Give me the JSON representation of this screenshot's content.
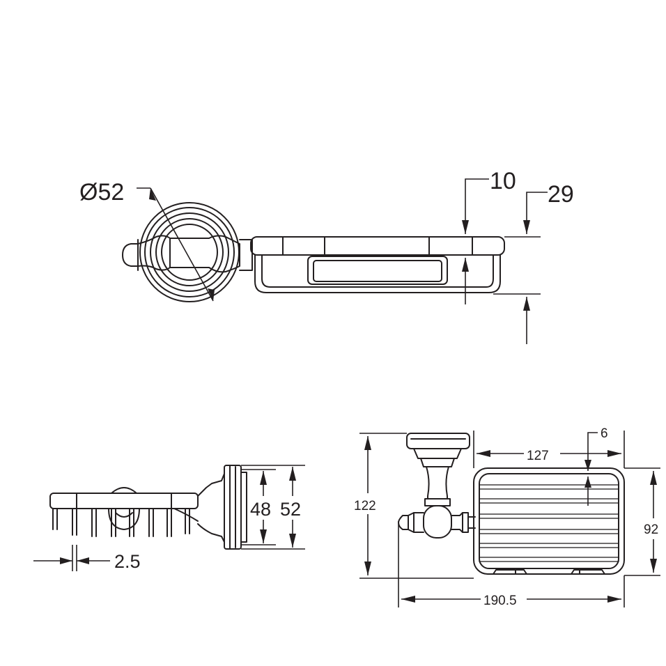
{
  "views": {
    "top": {
      "diameter_label": "Ø52",
      "dim_top_label": "10",
      "dim_height_label": "29"
    },
    "side": {
      "inner_height_label": "48",
      "outer_height_label": "52",
      "wire_label": "2.5"
    },
    "front": {
      "height_label": "122",
      "basket_width_label": "127",
      "gap_label": "6",
      "basket_height_label": "92",
      "overall_width_label": "190.5"
    }
  }
}
